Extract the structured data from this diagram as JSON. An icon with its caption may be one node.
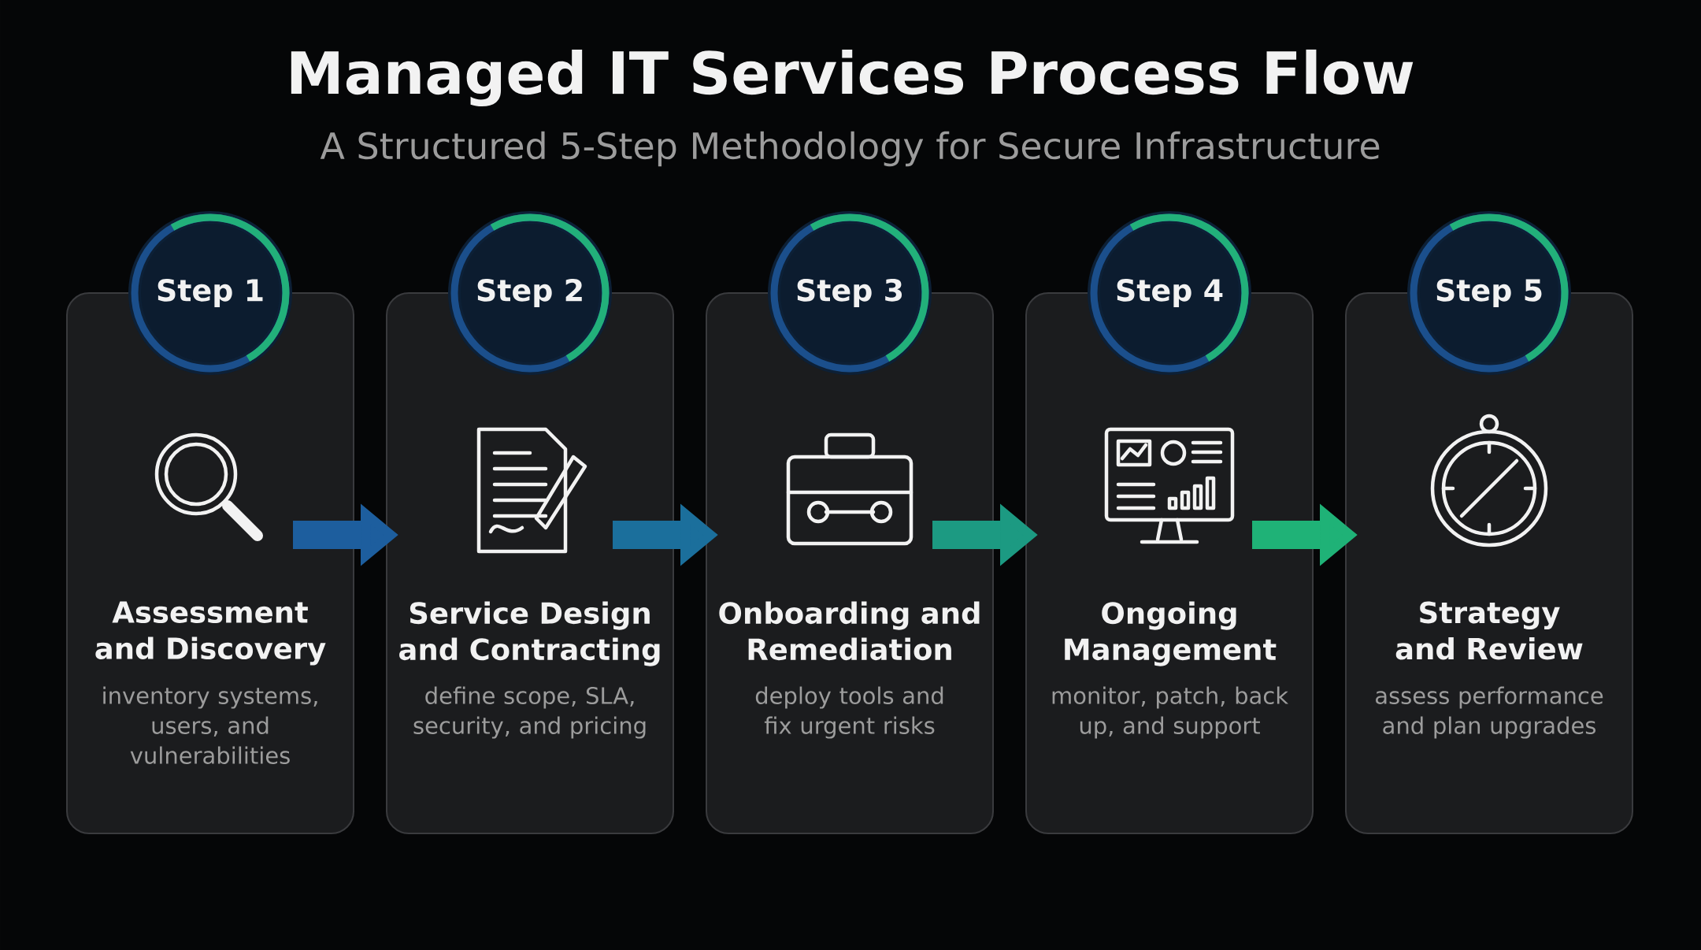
{
  "diagram": {
    "title": "Managed IT Services Process Flow",
    "caption": "A Structured 5-Step Methodology for Secure Infrastructure",
    "nodes": [
      {
        "text": [
          "Step 1"
        ]
      },
      {
        "text": [
          "Assessment and Discovery",
          "inventory systems, users, and vulnerabilities"
        ]
      },
      {
        "text": [
          "Step 2"
        ]
      },
      {
        "text": [
          "Service Design and Contracting",
          "define scope, SLA, security, and pricing"
        ]
      },
      {
        "text": [
          "Step 3"
        ]
      },
      {
        "text": [
          "Onboarding and Remediation",
          "deploy tools and fix urgent risks"
        ]
      },
      {
        "text": [
          "Step 4"
        ]
      },
      {
        "text": [
          "Ongoing Management",
          "monitor, patch, back up, and support"
        ]
      },
      {
        "text": [
          "Step 5"
        ]
      },
      {
        "text": [
          "Strategy and Review",
          "assess performance and plan upgrades"
        ]
      }
    ],
    "edges": [
      {
        "from": 1,
        "to": 3,
        "arrow": "to",
        "color": "#1d5e9e"
      },
      {
        "from": 3,
        "to": 5,
        "arrow": "to",
        "color": "#1b6f9c"
      },
      {
        "from": 5,
        "to": 7,
        "arrow": "to",
        "color": "#1c9a82"
      },
      {
        "from": 7,
        "to": 9,
        "arrow": "to",
        "color": "#1fb277"
      }
    ]
  }
}
